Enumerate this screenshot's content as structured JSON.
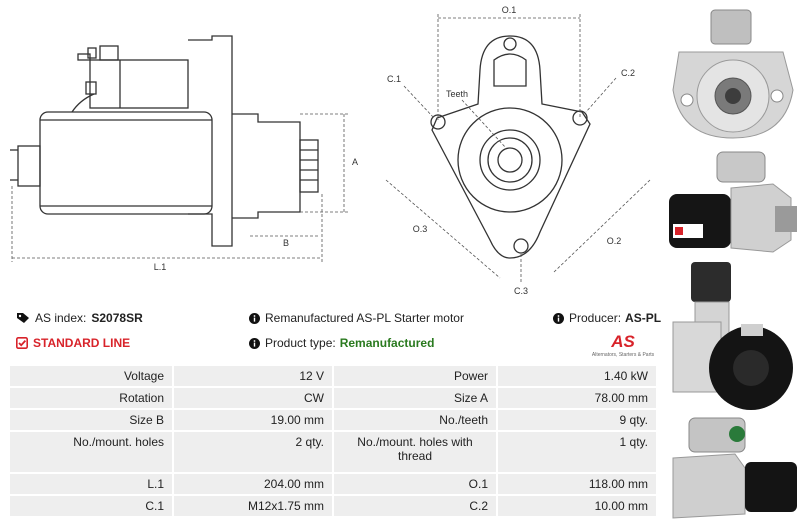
{
  "drawing_labels": {
    "A": "A",
    "B": "B",
    "L1": "L.1",
    "O1": "O.1",
    "O2": "O.2",
    "O3": "O.3",
    "C1": "C.1",
    "C2": "C.2",
    "C3": "C.3",
    "teeth": "Teeth"
  },
  "info": {
    "as_index_label": "AS index:",
    "as_index_value": "S2078SR",
    "description": "Remanufactured AS-PL Starter motor",
    "producer_label": "Producer:",
    "producer_value": "AS-PL",
    "line_badge": "STANDARD LINE",
    "product_type_label": "Product type:",
    "product_type_value": "Remanufactured"
  },
  "logo": {
    "mark": "AS",
    "tagline": "Alternators, Starters & Parts",
    "accent": "#d8232a"
  },
  "specs": [
    [
      "Voltage",
      "12 V",
      "Power",
      "1.40 kW"
    ],
    [
      "Rotation",
      "CW",
      "Size A",
      "78.00 mm"
    ],
    [
      "Size B",
      "19.00 mm",
      "No./teeth",
      "9 qty."
    ],
    [
      "No./mount. holes",
      "2 qty.",
      "No./mount. holes with thread",
      "1 qty."
    ],
    [
      "L.1",
      "204.00 mm",
      "O.1",
      "118.00 mm"
    ],
    [
      "C.1",
      "M12x1.75 mm",
      "C.2",
      "10.00 mm"
    ]
  ]
}
